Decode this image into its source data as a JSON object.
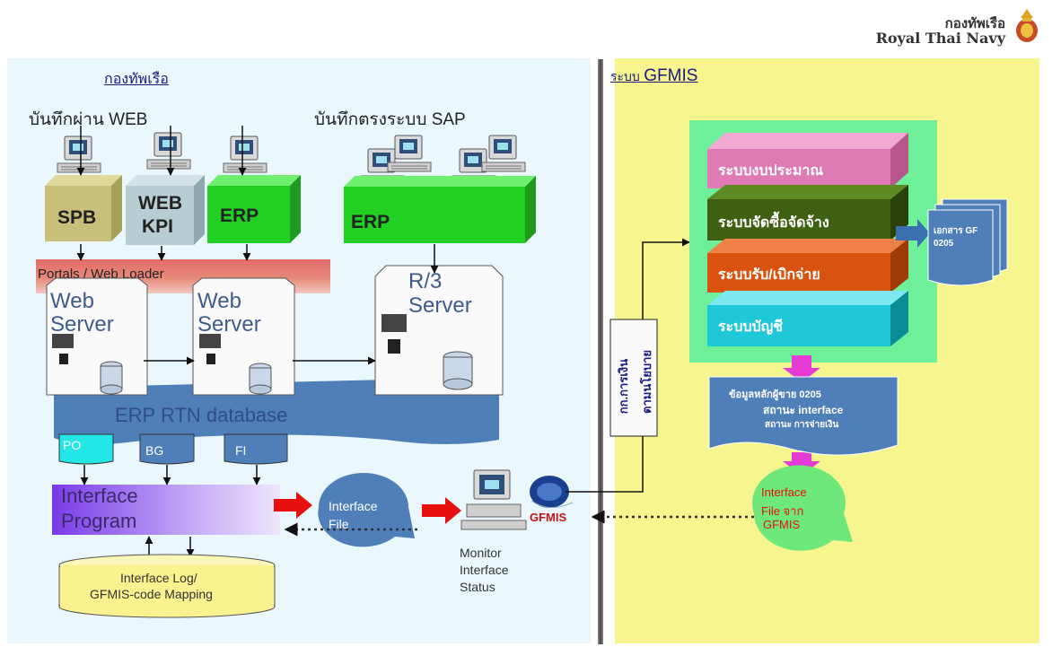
{
  "header": {
    "org_thai": "กองทัพเรือ",
    "org_en": "Royal Thai Navy"
  },
  "left": {
    "title": "กองทัพเรือ",
    "web_entry_label": "บันทึกผ่าน WEB",
    "sap_entry_label": "บันทึกตรงระบบ SAP",
    "modules": {
      "spb": "SPB",
      "web_kpi_1": "WEB",
      "web_kpi_2": "KPI",
      "erp_1": "ERP",
      "erp_2": "ERP"
    },
    "portal_label": "Portals / Web Loader",
    "web_server_label_1": "Web",
    "web_server_label_2": "Server",
    "r3_label_1": "R/3",
    "r3_label_2": "Server",
    "db_label": "ERP RTN database",
    "tables": {
      "po": "PO",
      "bg": "BG",
      "fi": "FI"
    },
    "interface_program_1": "Interface",
    "interface_program_2": "Program",
    "interface_file_1": "Interface",
    "interface_file_2": "File",
    "log_1": "Interface Log/",
    "log_2": "GFMIS-code Mapping",
    "monitor_1": "Monitor",
    "monitor_2": "Interface",
    "monitor_3": "Status",
    "gfmis_logo": "GFMIS"
  },
  "right": {
    "title_prefix": "ระบบ",
    "title_main": "GFMIS",
    "systems": [
      "ระบบงบประมาณ",
      "ระบบจัดซื้อจัดจ้าง",
      "ระบบรับ/เบิกจ่าย",
      "ระบบบัญชี"
    ],
    "doc_1": "เอกสาร GF",
    "doc_2": "0205",
    "master_1": "ข้อมูลหลักผู้ขาย 0205",
    "master_2": "สถานะ interface",
    "master_3": "สถานะ การจ่ายเงิน",
    "interface_file_1": "Interface",
    "interface_file_2": "File จาก",
    "interface_file_3": "GFMIS",
    "vertical_1": "กก.การเงิน",
    "vertical_2": "ตามนโยบาย"
  },
  "colors": {
    "left_bg": "#eaf8fd",
    "right_bg": "#f7f58e",
    "budget": "#e07ab4",
    "procure": "#3f6012",
    "pay": "#d9520f",
    "account": "#1ec8d6",
    "db": "#4f7fb8",
    "magenta_arrow": "#e63ad6",
    "red_arrow": "#e8100e"
  }
}
